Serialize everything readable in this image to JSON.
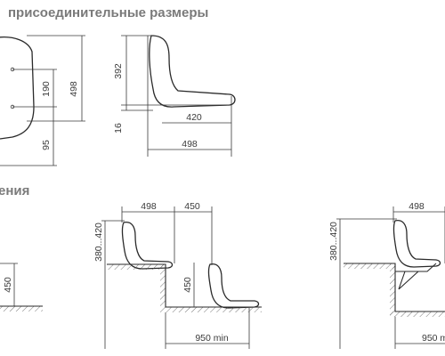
{
  "headings": {
    "connection_sizes": "присоединительные размеры",
    "installation_partial": "ения"
  },
  "front_view": {
    "height": "498",
    "mount_distance": "190",
    "bottom_offset": "95"
  },
  "side_view": {
    "back_height": "392",
    "leg_height": "16",
    "seat_depth": "420",
    "total_depth": "498"
  },
  "install_left": {
    "height": "450"
  },
  "install_middle": {
    "seat_depth": "498",
    "gap": "450",
    "seat_height_range": "380...420",
    "step_height": "450",
    "row_spacing": "950 min"
  },
  "install_right": {
    "seat_depth": "498",
    "seat_height_range": "380...420",
    "row_spacing": "950 min"
  }
}
